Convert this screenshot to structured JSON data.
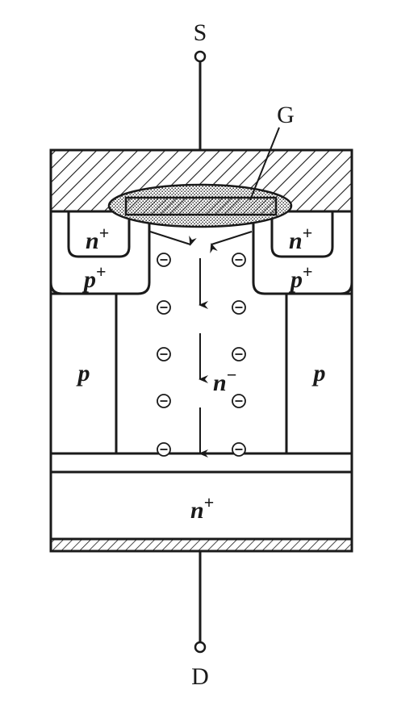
{
  "terminals": {
    "source": "S",
    "gate": "G",
    "drain": "D"
  },
  "regions": {
    "n_plus_left": {
      "base": "n",
      "sup": "+"
    },
    "n_plus_right": {
      "base": "n",
      "sup": "+"
    },
    "p_plus_left": {
      "base": "p",
      "sup": "+"
    },
    "p_plus_right": {
      "base": "p",
      "sup": "+"
    },
    "p_left": "p",
    "p_right": "p",
    "drift": {
      "base": "n",
      "sup": "−"
    },
    "substrate": {
      "base": "n",
      "sup": "+"
    }
  },
  "carrier_symbol": "⊖"
}
